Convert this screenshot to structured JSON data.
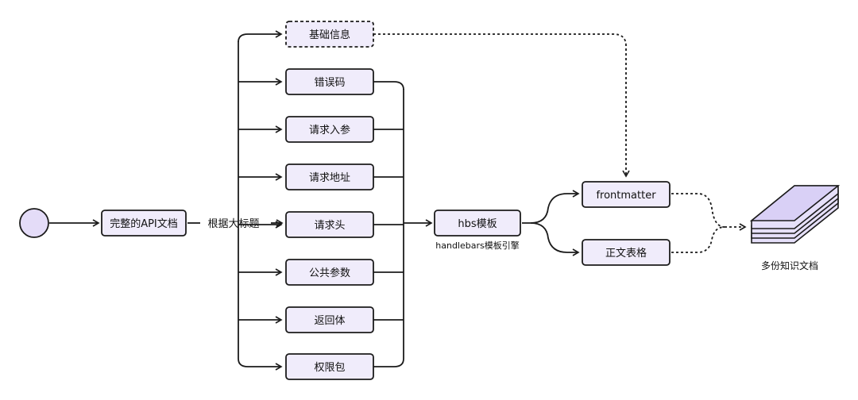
{
  "source_node": "完整的API文档",
  "split_label": "根据大标题",
  "sections": [
    "基础信息",
    "错误码",
    "请求入参",
    "请求地址",
    "请求头",
    "公共参数",
    "返回体",
    "权限包"
  ],
  "template_node": {
    "title": "hbs模板",
    "caption": "handlebars模板引擎"
  },
  "output_parts": [
    "frontmatter",
    "正文表格"
  ],
  "result_label": "多份知识文档",
  "colors": {
    "box_fill": "#f0ecfb",
    "stroke": "#1b1b1b",
    "start_circle": "#e4dcf8",
    "stack_fill": "#e6e0fa",
    "stack_edge": "#4a3a8a"
  }
}
